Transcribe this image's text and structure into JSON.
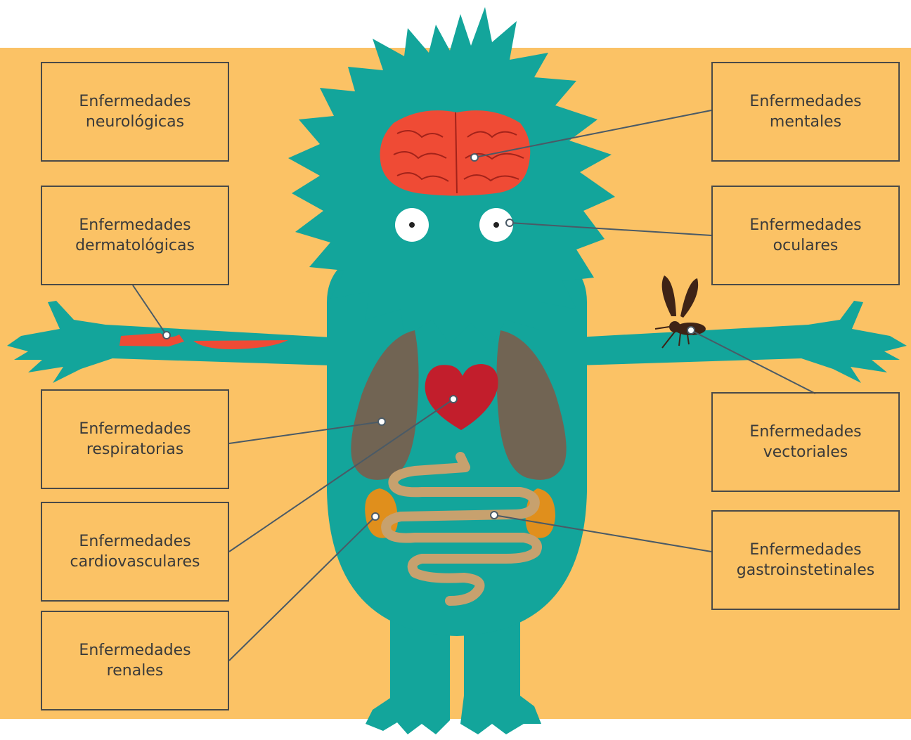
{
  "colors": {
    "background": "#fbc265",
    "creature": "#13a59b",
    "brain": "#ef4b35",
    "brain_lines": "#a3231a",
    "heart": "#c21e2c",
    "lungs": "#716453",
    "intestine": "#c7a16e",
    "kidneys": "#e08f1c",
    "skin_patch": "#ef4b35",
    "mosquito": "#3e2316",
    "leader_line": "#4a5a66",
    "box_border": "#4a4a48",
    "text": "#3a3a3a"
  },
  "labels": {
    "neurologicas": {
      "line1": "Enfermedades",
      "line2": "neurológicas"
    },
    "dermatologicas": {
      "line1": "Enfermedades",
      "line2": "dermatológicas"
    },
    "respiratorias": {
      "line1": "Enfermedades",
      "line2": "respiratorias"
    },
    "cardiovasculares": {
      "line1": "Enfermedades",
      "line2": "cardiovasculares"
    },
    "renales": {
      "line1": "Enfermedades",
      "line2": "renales"
    },
    "mentales": {
      "line1": "Enfermedades",
      "line2": "mentales"
    },
    "oculares": {
      "line1": "Enfermedades",
      "line2": "oculares"
    },
    "vectoriales": {
      "line1": "Enfermedades",
      "line2": "vectoriales"
    },
    "gastrointestinales": {
      "line1": "Enfermedades",
      "line2": "gastroinstetinales"
    }
  },
  "illustration": {
    "figure": "green-furry-monster",
    "organs": [
      "brain-icon",
      "eyes-icon",
      "lungs-icon",
      "heart-icon",
      "intestines-icon",
      "kidneys-icon",
      "skin-lesion-icon",
      "mosquito-icon"
    ]
  }
}
